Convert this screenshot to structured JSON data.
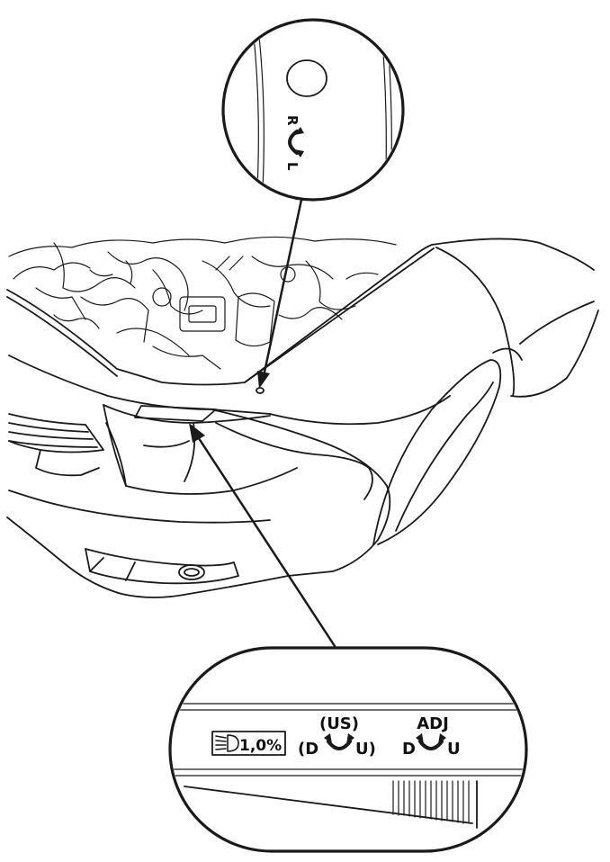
{
  "diagram": {
    "colors": {
      "ink": "#1a1a1a",
      "background": "#ffffff"
    },
    "top_callout": {
      "arrow_left_letter": "R",
      "arrow_right_letter": "L",
      "icon": "curved-arrow-icon"
    },
    "bottom_callout": {
      "headlight_label": "1,0%",
      "headlight_icon": "low-beam-headlight-icon",
      "us_label": "(US)",
      "us_left": "(D",
      "us_right": "U)",
      "adj_label": "ADJ",
      "adj_left": "D",
      "adj_right": "U",
      "icon": "curved-arrow-icon"
    }
  }
}
